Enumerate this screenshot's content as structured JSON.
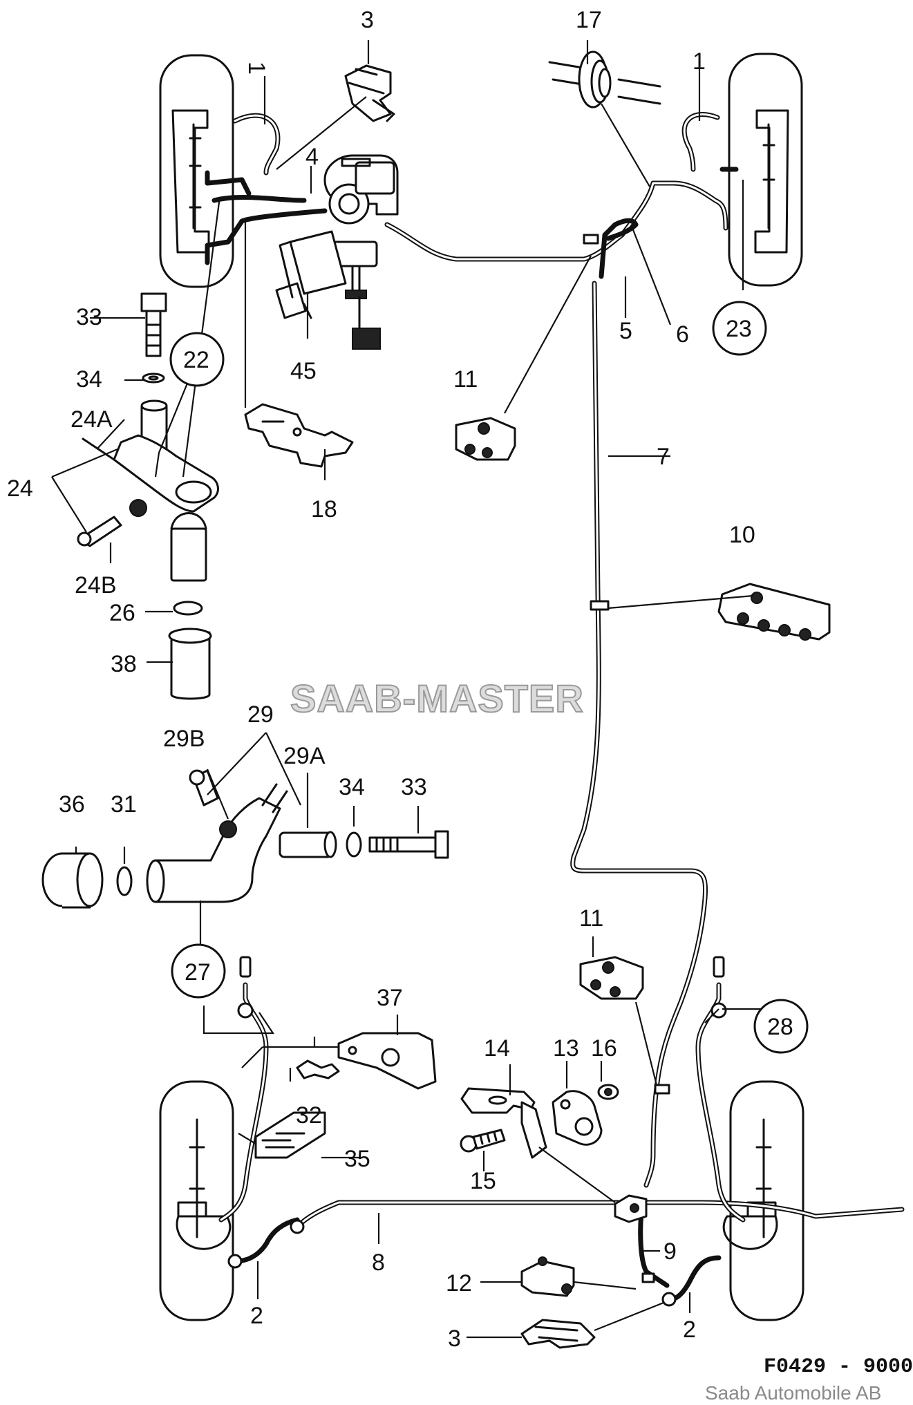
{
  "diagram": {
    "drawing_code": "F0429 - 9000",
    "watermark": "SAAB-MASTER",
    "copyright": "Saab Automobile AB",
    "callouts": {
      "c1": "1",
      "c1b": "1",
      "c2a": "2",
      "c2b": "2",
      "c3a": "3",
      "c3b": "3",
      "c4": "4",
      "c5": "5",
      "c6": "6",
      "c7": "7",
      "c8": "8",
      "c9": "9",
      "c10": "10",
      "c11a": "11",
      "c11b": "11",
      "c12": "12",
      "c13": "13",
      "c14": "14",
      "c15": "15",
      "c16": "16",
      "c17": "17",
      "c18": "18",
      "c22": "22",
      "c23": "23",
      "c24": "24",
      "c24A": "24A",
      "c24B": "24B",
      "c26": "26",
      "c27": "27",
      "c28": "28",
      "c29": "29",
      "c29A": "29A",
      "c29B": "29B",
      "c31": "31",
      "c32": "32",
      "c33a": "33",
      "c33b": "33",
      "c34a": "34",
      "c34b": "34",
      "c35": "35",
      "c36": "36",
      "c37": "37",
      "c38": "38",
      "c45": "45"
    }
  }
}
